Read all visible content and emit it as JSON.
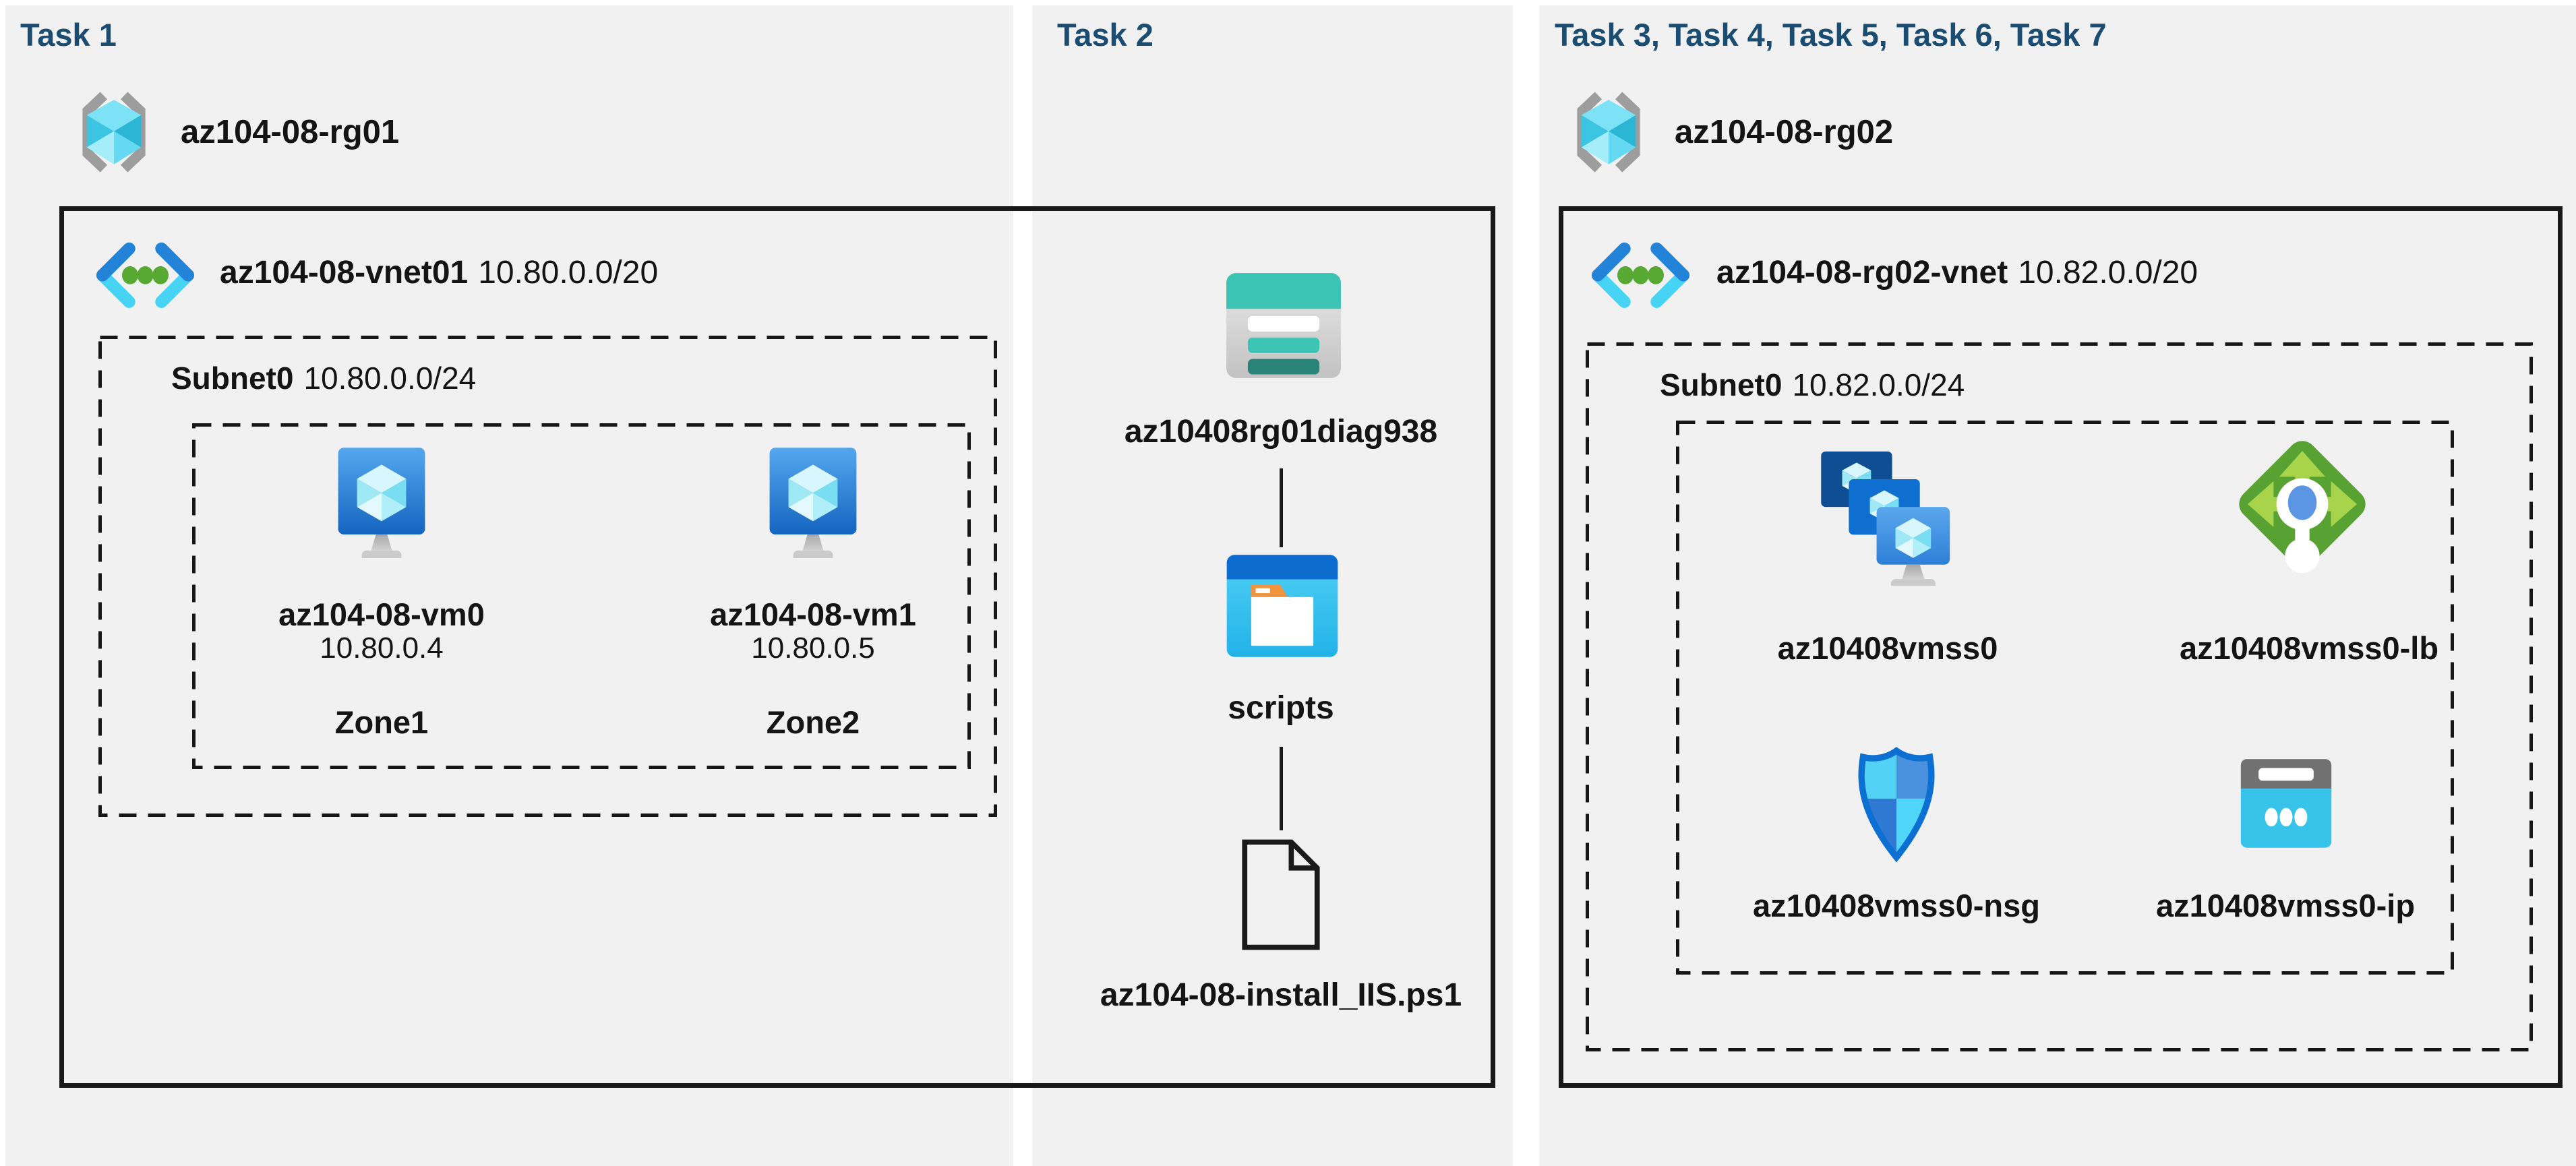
{
  "panels": [
    {
      "title": "Task 1",
      "resource_group": "az104-08-rg01",
      "vnet_name": "az104-08-vnet01",
      "vnet_cidr": "10.80.0.0/20",
      "subnet_name": "Subnet0",
      "subnet_cidr": "10.80.0.0/24",
      "vms": [
        {
          "name": "az104-08-vm0",
          "ip": "10.80.0.4",
          "zone": "Zone1"
        },
        {
          "name": "az104-08-vm1",
          "ip": "10.80.0.5",
          "zone": "Zone2"
        }
      ]
    },
    {
      "title": "Task 2",
      "storage_account": "az10408rg01diag938",
      "container": "scripts",
      "script_file": "az104-08-install_IIS.ps1"
    },
    {
      "title": "Task 3, Task 4, Task 5, Task 6, Task 7",
      "resource_group": "az104-08-rg02",
      "vnet_name": "az104-08-rg02-vnet",
      "vnet_cidr": "10.82.0.0/20",
      "subnet_name": "Subnet0",
      "subnet_cidr": "10.82.0.0/24",
      "vmss": "az10408vmss0",
      "load_balancer": "az10408vmss0-lb",
      "nsg": "az10408vmss0-nsg",
      "public_ip": "az10408vmss0-ip"
    }
  ],
  "icons": {
    "resource_group": "resource-group-icon",
    "virtual_network": "virtual-network-icon",
    "virtual_machine": "virtual-machine-icon",
    "vm_scale_set": "vm-scale-set-icon",
    "load_balancer": "load-balancer-icon",
    "network_security_group": "nsg-shield-icon",
    "public_ip": "public-ip-icon",
    "storage_account": "storage-account-icon",
    "blob_container": "folder-icon",
    "script_file": "document-icon"
  },
  "colors": {
    "title_text": "#1b4d73",
    "panel_bg": "#f1f1f2",
    "diagram_outline": "#191919",
    "vm_blue": "#1565c0",
    "vnet_blue": "#2383d8",
    "vnet_cyan": "#47d4f4",
    "lb_green": "#57a233",
    "storage_teal": "#3bc3b3",
    "ip_cyan": "#38c3ea"
  }
}
